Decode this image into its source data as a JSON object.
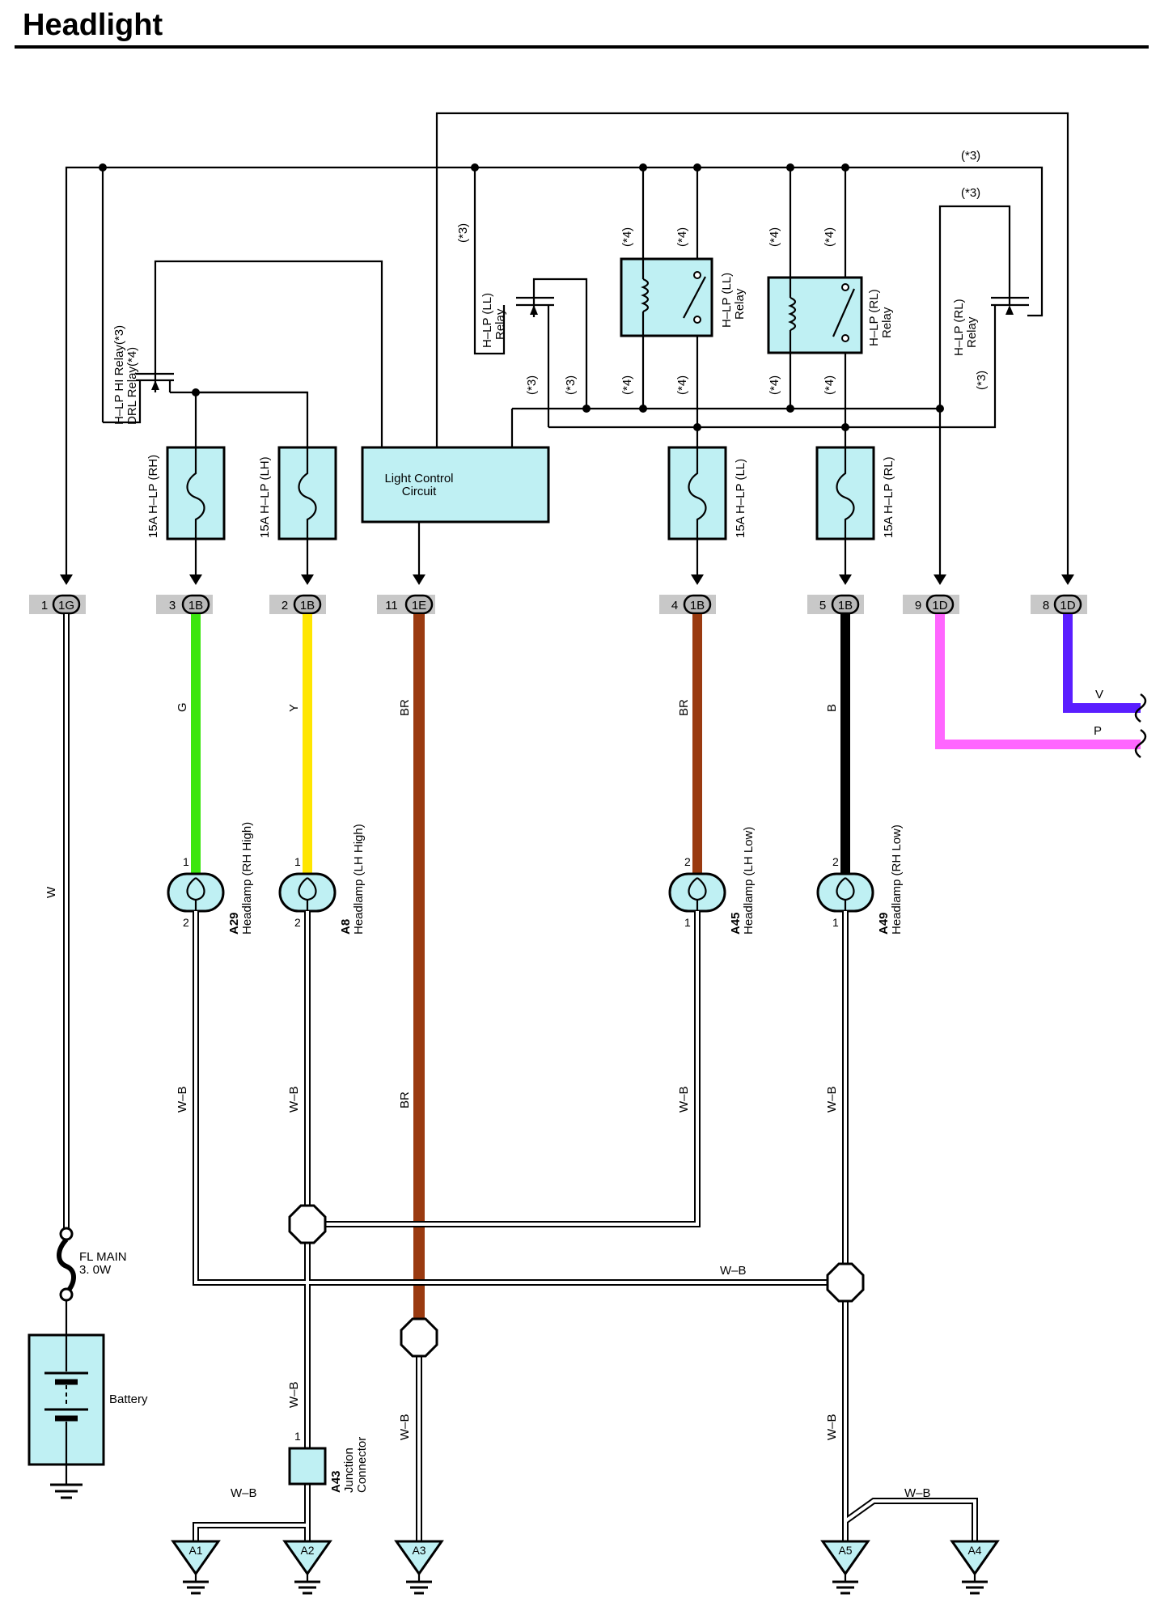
{
  "title": "Headlight",
  "colors": {
    "green": "#3ce60e",
    "yellow": "#ffe600",
    "brown": "#9a3a10",
    "black": "#000000",
    "pink": "#ff66ff",
    "violet": "#5a1eff",
    "component_fill": "#bff0f3",
    "connector_band": "#c8c8c8"
  },
  "notes": {
    "n3": "(*3)",
    "n4": "(*4)"
  },
  "relays": {
    "hi_drl": {
      "line1": "H–LP HI Relay(*3)",
      "line2": "DRL Relay(*4)"
    },
    "hlp_ll_left": {
      "line1": "H–LP (LL)",
      "line2": "Relay"
    },
    "hlp_ll": {
      "line1": "H–LP (LL)",
      "line2": "Relay"
    },
    "hlp_rl": {
      "line1": "H–LP (RL)",
      "line2": "Relay"
    },
    "hlp_rl_right": {
      "line1": "H–LP (RL)",
      "line2": "Relay"
    }
  },
  "fuses": {
    "rh": "15A H–LP (RH)",
    "lh": "15A H–LP (LH)",
    "ll": "15A H–LP (LL)",
    "rl": "15A H–LP (RL)"
  },
  "light_control": {
    "line1": "Light Control",
    "line2": "Circuit"
  },
  "connectors": [
    {
      "pin": "1",
      "id": "1G"
    },
    {
      "pin": "3",
      "id": "1B"
    },
    {
      "pin": "2",
      "id": "1B"
    },
    {
      "pin": "11",
      "id": "1E"
    },
    {
      "pin": "4",
      "id": "1B"
    },
    {
      "pin": "5",
      "id": "1B"
    },
    {
      "pin": "9",
      "id": "1D"
    },
    {
      "pin": "8",
      "id": "1D"
    }
  ],
  "wires": {
    "w": "W",
    "g": "G",
    "y": "Y",
    "br": "BR",
    "b": "B",
    "v": "V",
    "p": "P",
    "wb": "W–B"
  },
  "headlamps": [
    {
      "code": "A29",
      "name": "Headlamp (RH High)",
      "pin_top": "1",
      "pin_bottom": "2"
    },
    {
      "code": "A8",
      "name": "Headlamp (LH High)",
      "pin_top": "1",
      "pin_bottom": "2"
    },
    {
      "code": "A45",
      "name": "Headlamp (LH Low)",
      "pin_top": "2",
      "pin_bottom": "1"
    },
    {
      "code": "A49",
      "name": "Headlamp (RH Low)",
      "pin_top": "2",
      "pin_bottom": "1"
    }
  ],
  "fusible_link": {
    "line1": "FL MAIN",
    "line2": "3. 0W"
  },
  "battery": "Battery",
  "junction": {
    "code": "A43",
    "line1": "Junction",
    "line2": "Connector",
    "pin": "1"
  },
  "grounds": [
    "A1",
    "A2",
    "A3",
    "A5",
    "A4"
  ]
}
